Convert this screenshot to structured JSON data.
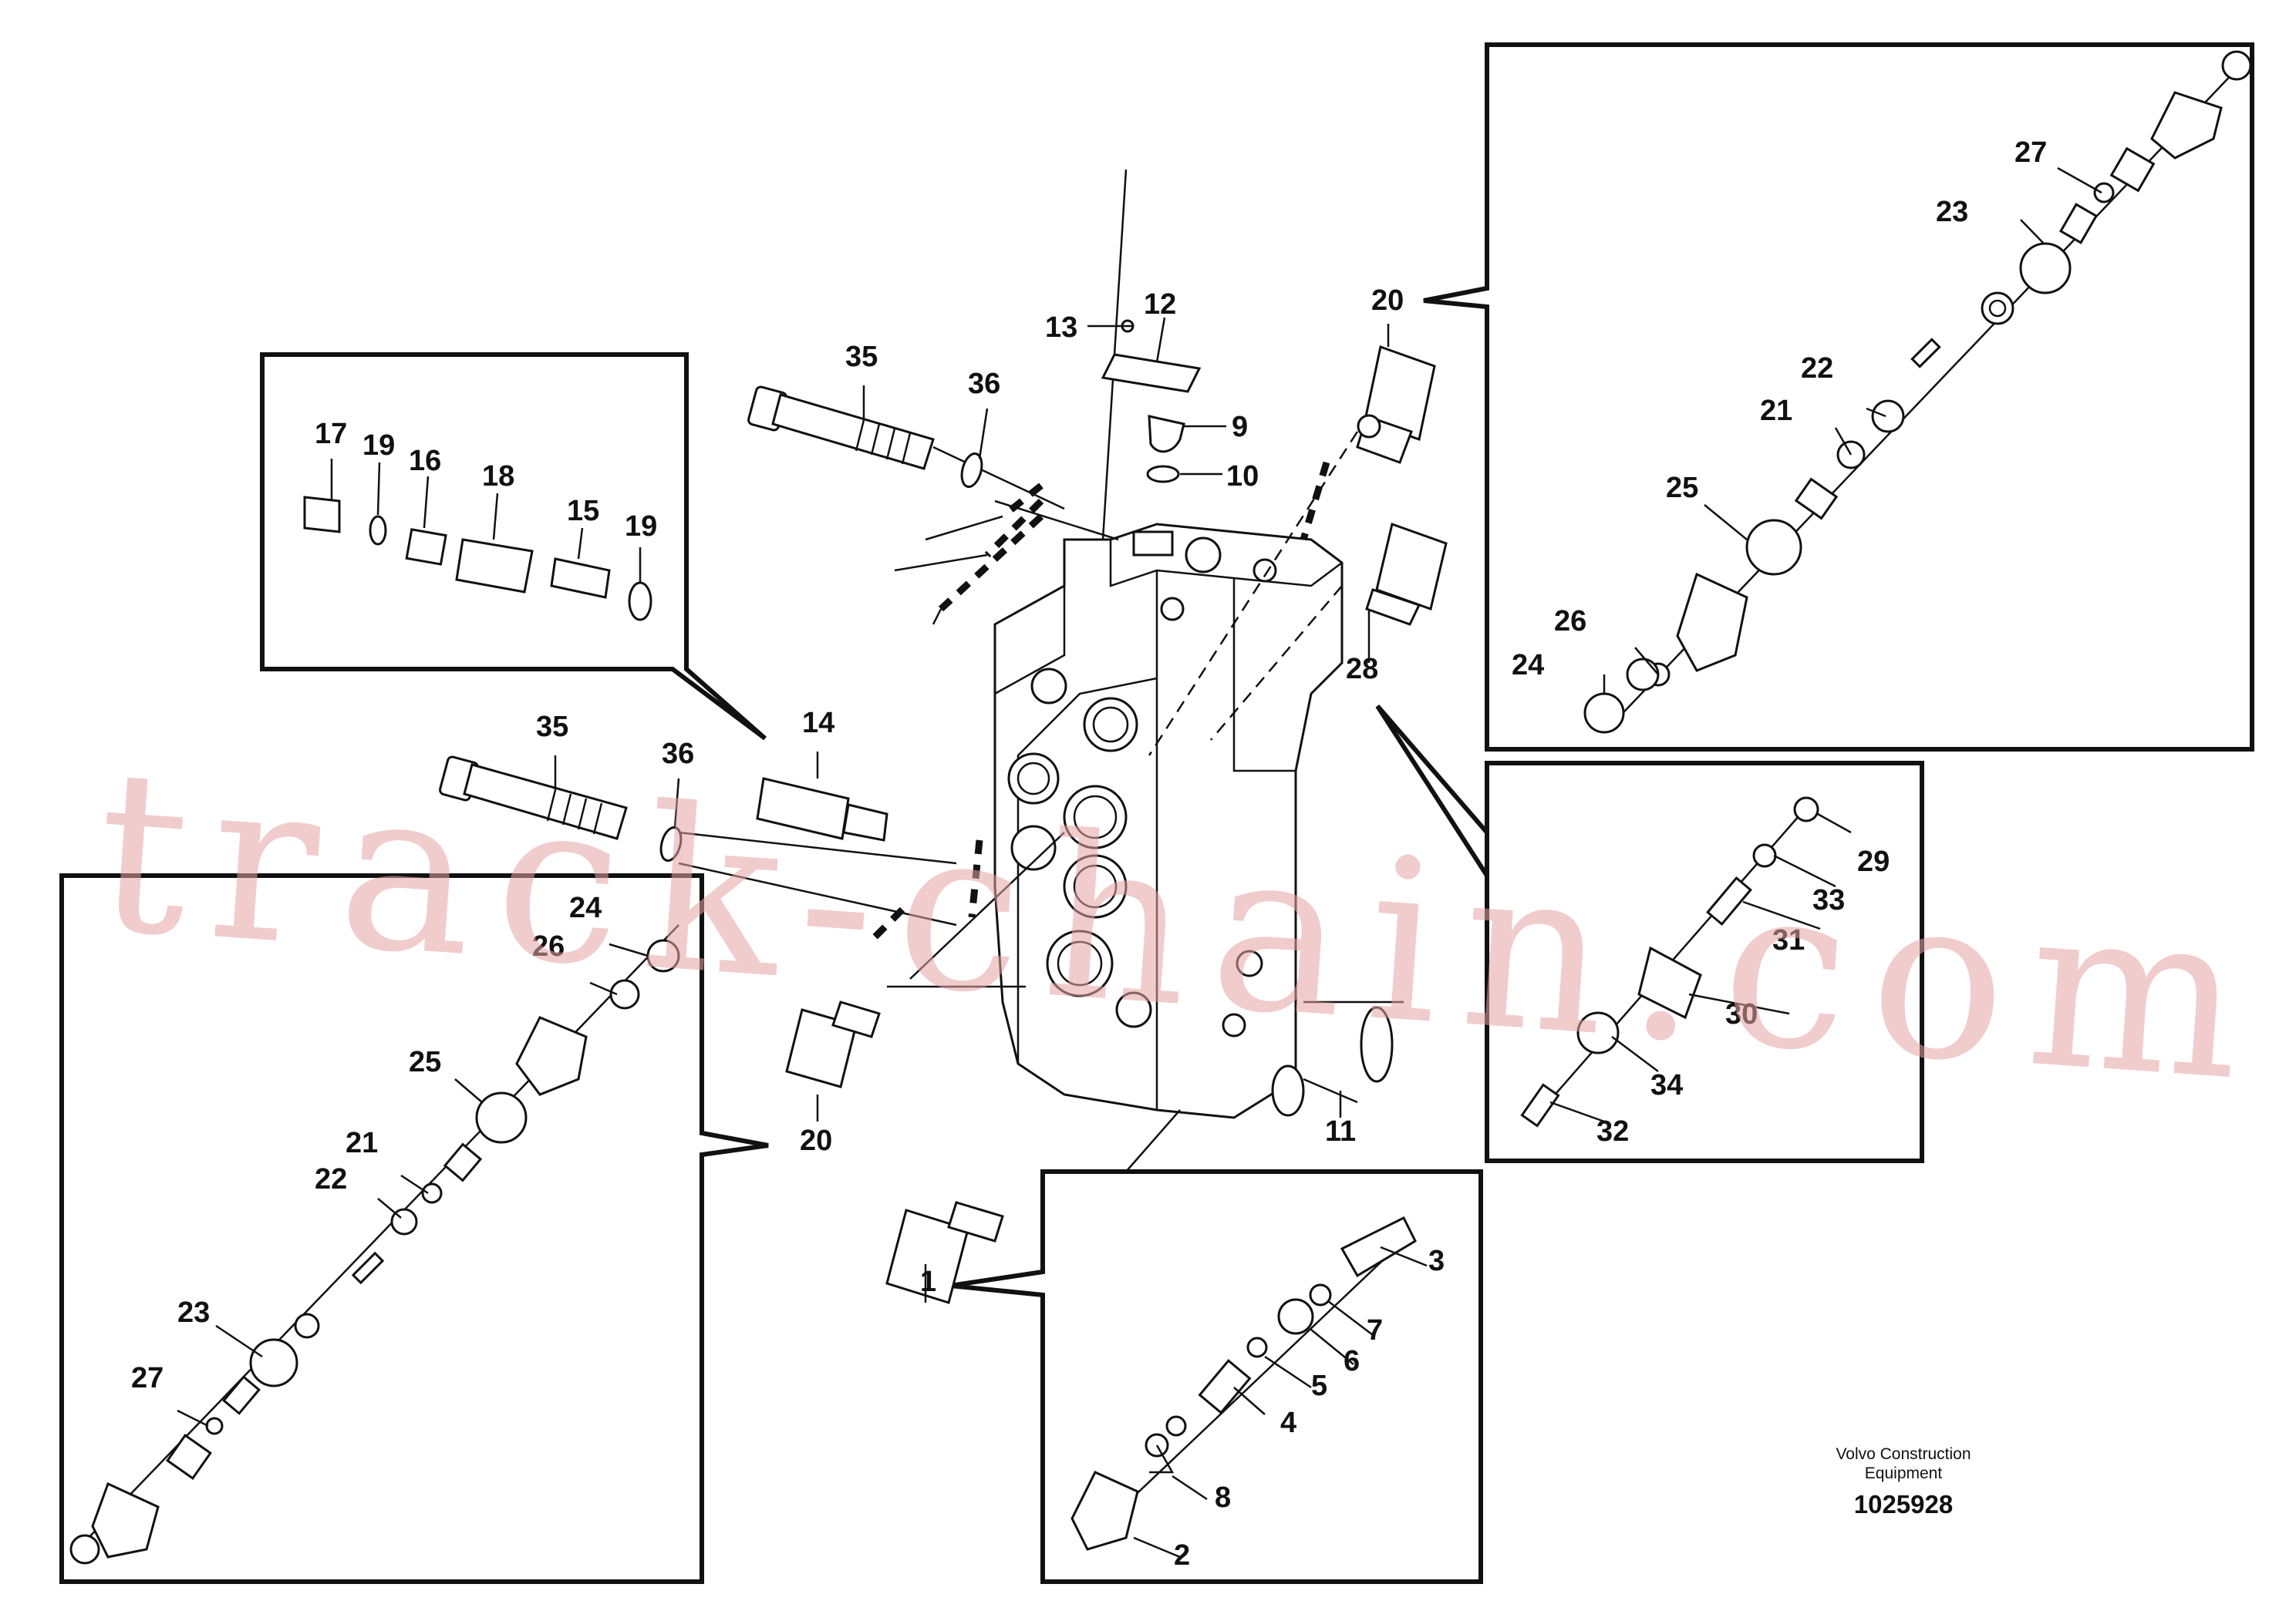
{
  "callouts": {
    "n1": "1",
    "n2": "2",
    "n3": "3",
    "n4": "4",
    "n5": "5",
    "n6": "6",
    "n7": "7",
    "n8": "8",
    "n9": "9",
    "n10": "10",
    "n11": "11",
    "n12": "12",
    "n13": "13",
    "n14": "14",
    "n15": "15",
    "n16": "16",
    "n17": "17",
    "n18": "18",
    "n19": "19",
    "n20": "20",
    "n21": "21",
    "n22": "22",
    "n23": "23",
    "n24": "24",
    "n25": "25",
    "n26": "26",
    "n27": "27",
    "n28": "28",
    "n29": "29",
    "n30": "30",
    "n31": "31",
    "n32": "32",
    "n33": "33",
    "n34": "34",
    "n35": "35",
    "n36": "36"
  },
  "watermark": "track-chain.com",
  "caption": {
    "line1": "Volvo Construction",
    "line2": "Equipment",
    "doc_number": "1025928"
  },
  "colors": {
    "line": "#111111",
    "watermark": "#e6a4a4",
    "background": "#ffffff"
  }
}
